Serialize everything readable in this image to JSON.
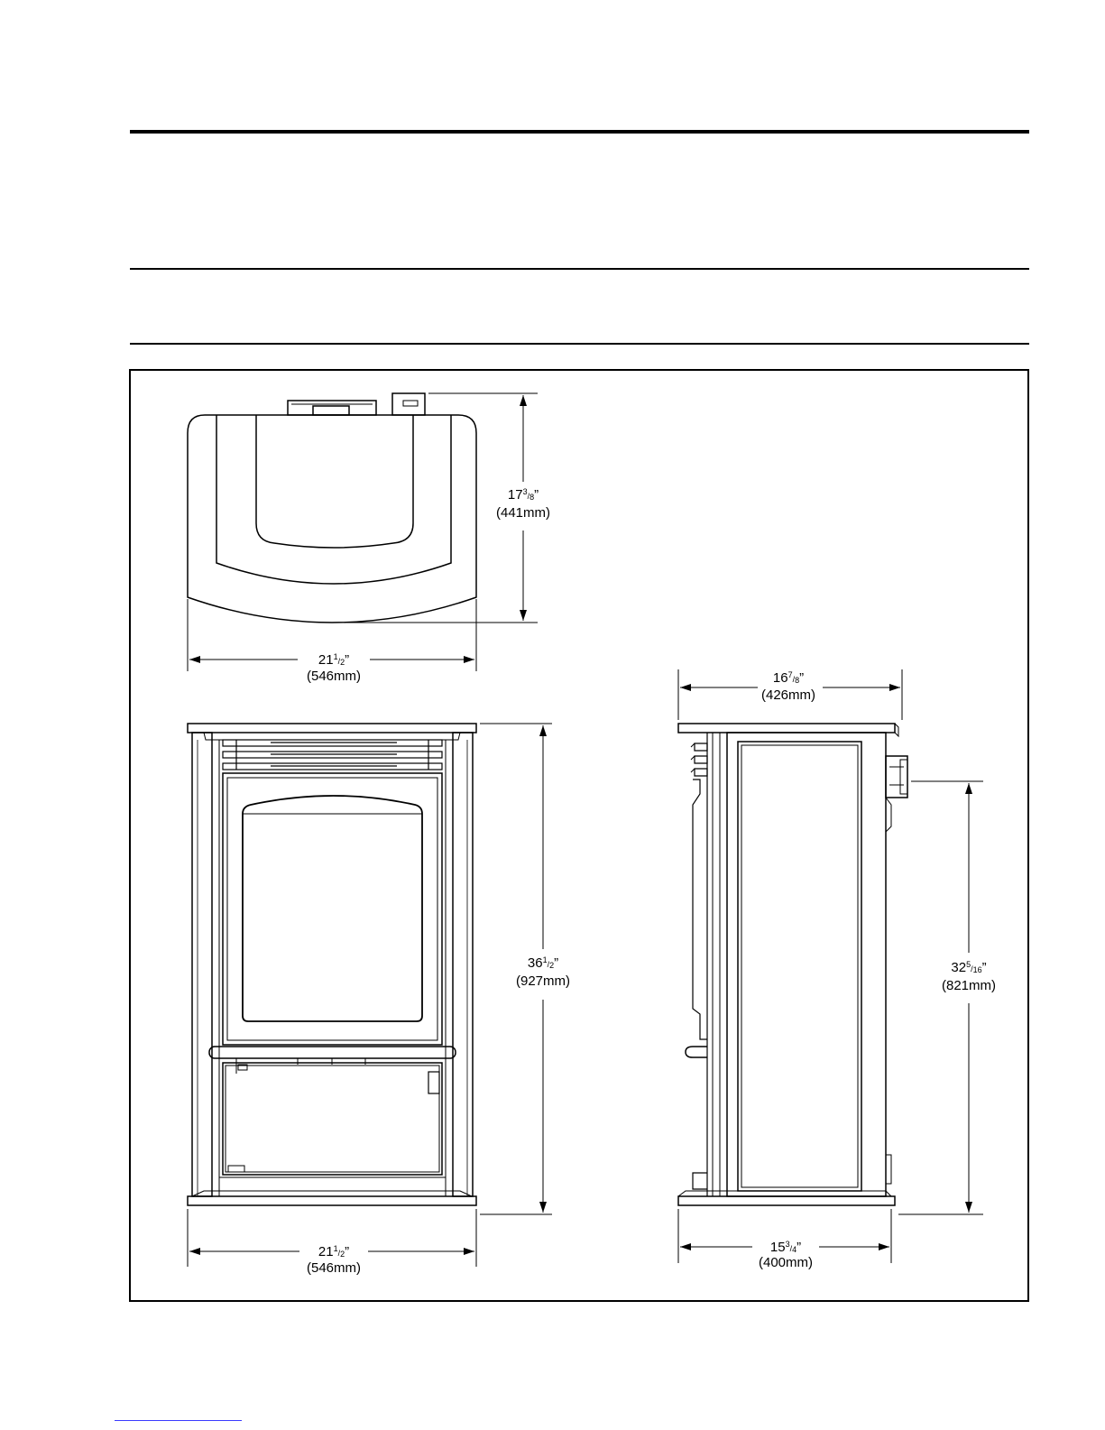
{
  "dimensions": {
    "top_depth": {
      "imperial_whole": "17",
      "imperial_num": "3",
      "imperial_den": "8",
      "imperial_mark": "”",
      "metric": "(441mm)"
    },
    "top_width": {
      "imperial_whole": "21",
      "imperial_num": "1",
      "imperial_den": "2",
      "imperial_mark": "”",
      "metric": "(546mm)"
    },
    "front_height": {
      "imperial_whole": "36",
      "imperial_num": "1",
      "imperial_den": "2",
      "imperial_mark": "”",
      "metric": "(927mm)"
    },
    "front_width": {
      "imperial_whole": "21",
      "imperial_num": "1",
      "imperial_den": "2",
      "imperial_mark": "”",
      "metric": "(546mm)"
    },
    "side_top_depth": {
      "imperial_whole": "16",
      "imperial_num": "7",
      "imperial_den": "8",
      "imperial_mark": "”",
      "metric": "(426mm)"
    },
    "side_flue_height": {
      "imperial_whole": "32",
      "imperial_num": "5",
      "imperial_den": "16",
      "imperial_mark": "”",
      "metric": "(821mm)"
    },
    "side_base_depth": {
      "imperial_whole": "15",
      "imperial_num": "3",
      "imperial_den": "4",
      "imperial_mark": "”",
      "metric": "(400mm)"
    }
  }
}
